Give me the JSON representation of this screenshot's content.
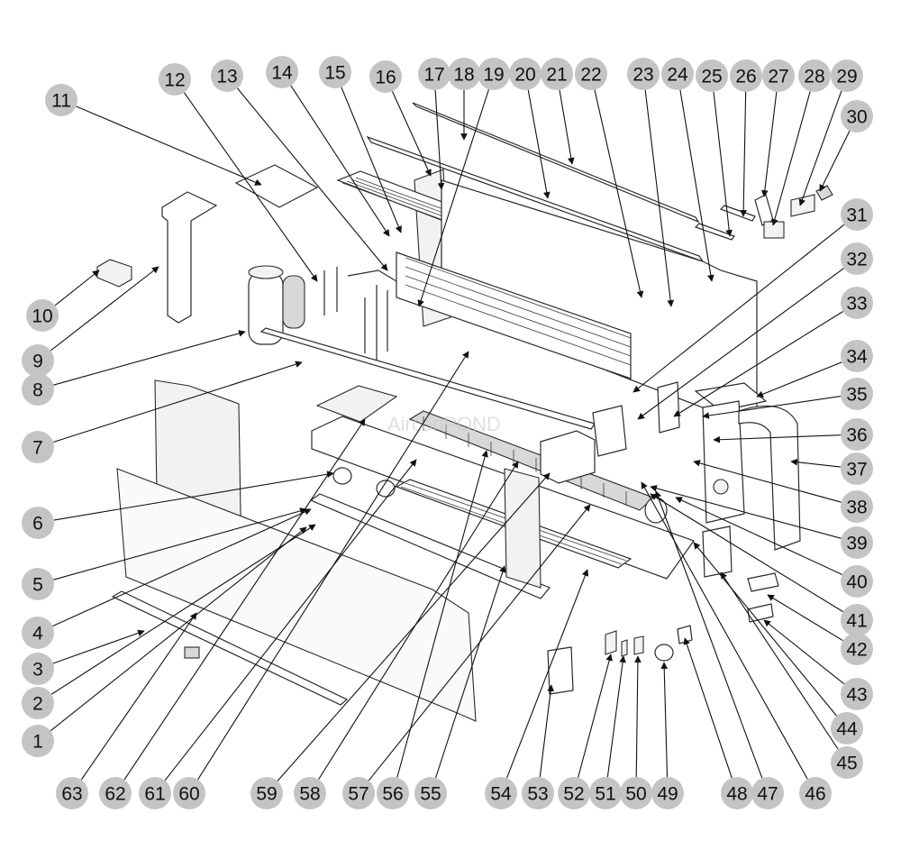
{
  "watermark": "AirconPOND",
  "callouts": [
    "1",
    "2",
    "3",
    "4",
    "5",
    "6",
    "7",
    "8",
    "9",
    "10",
    "11",
    "12",
    "13",
    "14",
    "15",
    "16",
    "17",
    "18",
    "19",
    "20",
    "21",
    "22",
    "23",
    "24",
    "25",
    "26",
    "27",
    "28",
    "29",
    "30",
    "31",
    "32",
    "33",
    "34",
    "35",
    "36",
    "37",
    "38",
    "39",
    "40",
    "41",
    "42",
    "43",
    "44",
    "45",
    "46",
    "47",
    "48",
    "49",
    "50",
    "51",
    "52",
    "53",
    "54",
    "55",
    "56",
    "57",
    "58",
    "59",
    "60",
    "61",
    "62",
    "63"
  ]
}
